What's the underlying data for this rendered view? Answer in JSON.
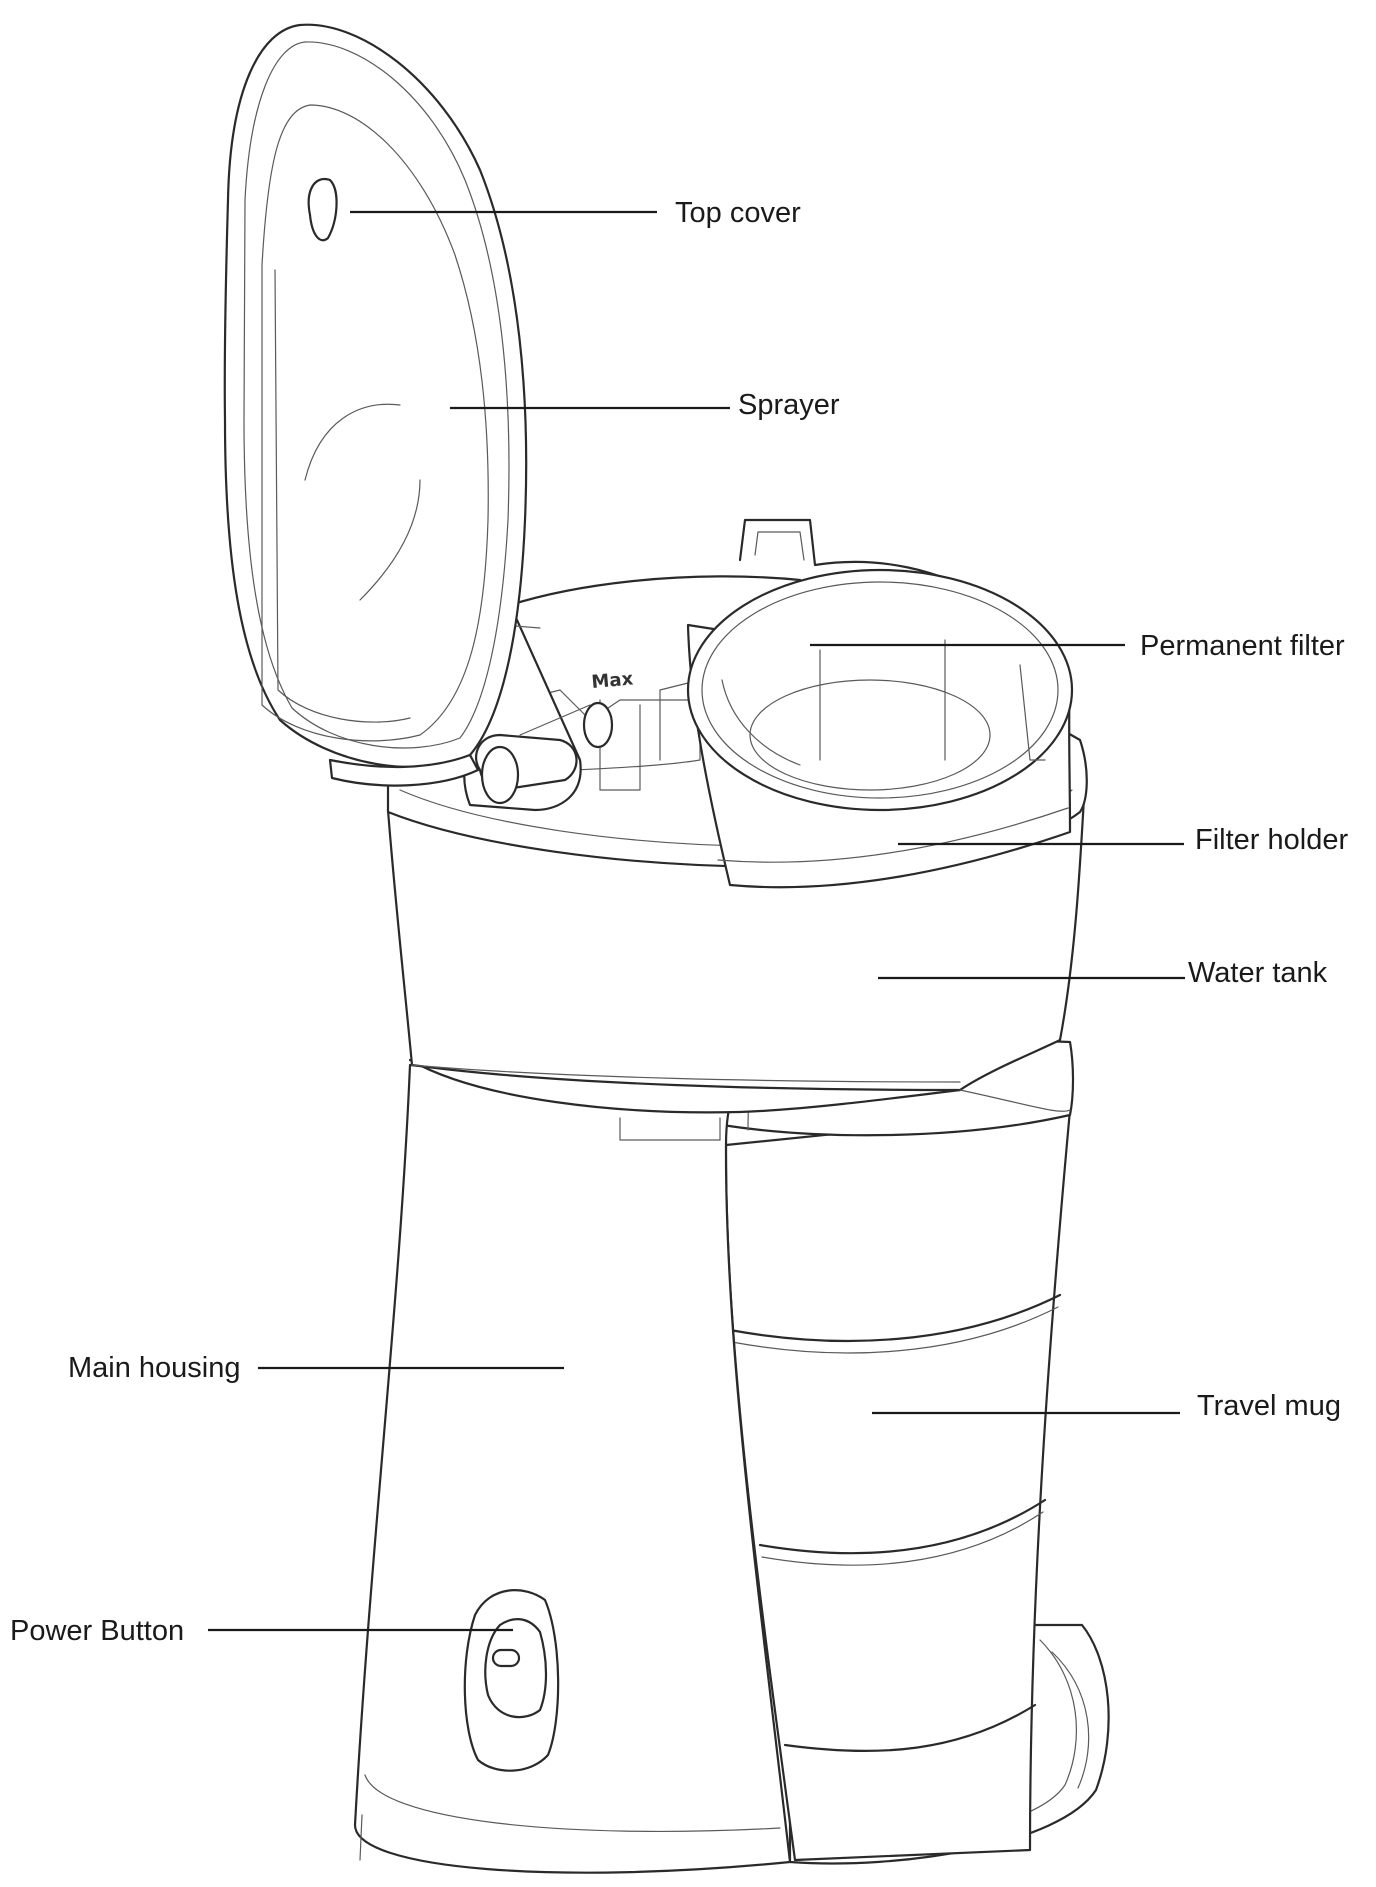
{
  "labels": {
    "top_cover": "Top cover",
    "sprayer": "Sprayer",
    "permanent_filter": "Permanent filter",
    "filter_holder": "Filter holder",
    "water_tank": "Water tank",
    "main_housing": "Main housing",
    "travel_mug": "Travel mug",
    "power_button": "Power Button"
  },
  "tank_marking": "Max",
  "colors": {
    "line": "#2a2a2a",
    "text": "#1a1a1a",
    "background": "#ffffff"
  }
}
